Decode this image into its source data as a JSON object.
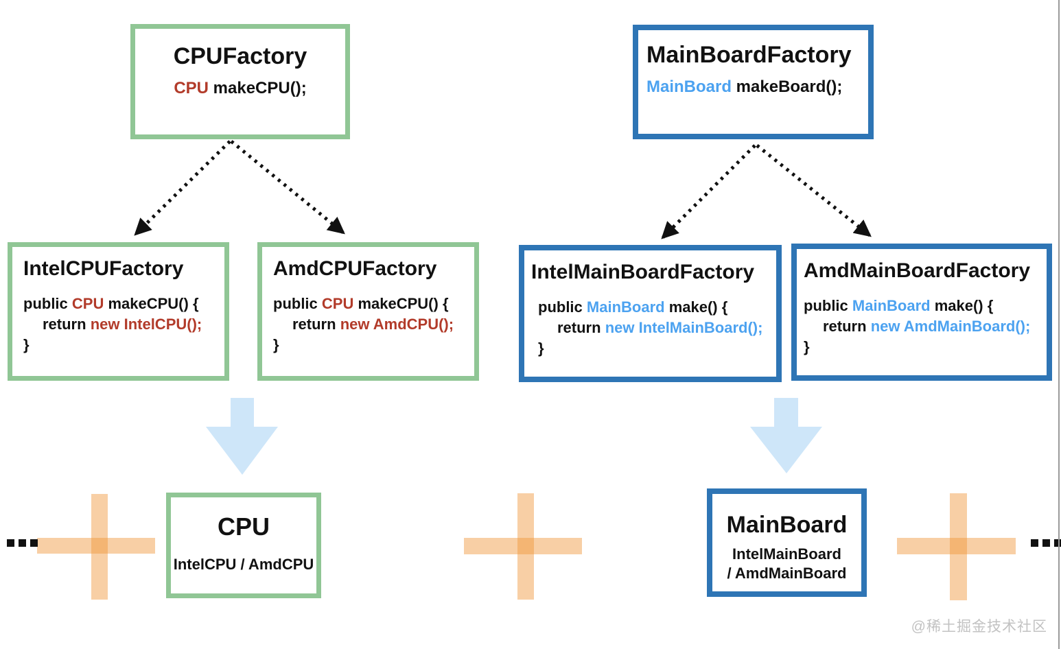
{
  "colors": {
    "green_border": "#90C695",
    "blue_border": "#2E75B5",
    "red_accent": "#B23B2A",
    "blue_accent": "#4CA2F0",
    "produce_arrow_fill": "#CEE6F9",
    "plus_orange": "#F0943C",
    "connector_black": "#111111",
    "watermark_gray": "#C2C2C2"
  },
  "top_row": {
    "cpu_factory": {
      "title": "CPUFactory",
      "return_type": "CPU",
      "method_rest": " makeCPU();"
    },
    "mainboard_factory": {
      "title": "MainBoardFactory",
      "return_type": "MainBoard",
      "method_rest": " makeBoard();"
    }
  },
  "middle_row": {
    "intel_cpu_factory": {
      "title": "IntelCPUFactory",
      "kw_public": "public ",
      "return_type": "CPU",
      "sig_rest": " makeCPU() {",
      "kw_return": "return ",
      "new_expr": "new IntelCPU();",
      "closing_brace": "}"
    },
    "amd_cpu_factory": {
      "title": "AmdCPUFactory",
      "kw_public": "public ",
      "return_type": "CPU",
      "sig_rest": " makeCPU() {",
      "kw_return": "return ",
      "new_expr": "new AmdCPU();",
      "closing_brace": "}"
    },
    "intel_mainboard_factory": {
      "title": "IntelMainBoardFactory",
      "kw_public": "public ",
      "return_type": "MainBoard",
      "sig_rest": " make() {",
      "kw_return": "return ",
      "new_expr": "new IntelMainBoard();",
      "closing_brace": "}"
    },
    "amd_mainboard_factory": {
      "title": "AmdMainBoardFactory",
      "kw_public": "public ",
      "return_type": "MainBoard",
      "sig_rest": " make() {",
      "kw_return": "return ",
      "new_expr": "new AmdMainBoard();",
      "closing_brace": "}"
    }
  },
  "bottom_row": {
    "cpu_product": {
      "title": "CPU",
      "subtitle": "IntelCPU / AmdCPU"
    },
    "mainboard_product": {
      "title": "MainBoard",
      "subtitle_line1": "IntelMainBoard",
      "subtitle_line2": "/ AmdMainBoard"
    },
    "ellipsis_left": "...",
    "ellipsis_right": "..."
  },
  "watermark": "@稀土掘金技术社区"
}
